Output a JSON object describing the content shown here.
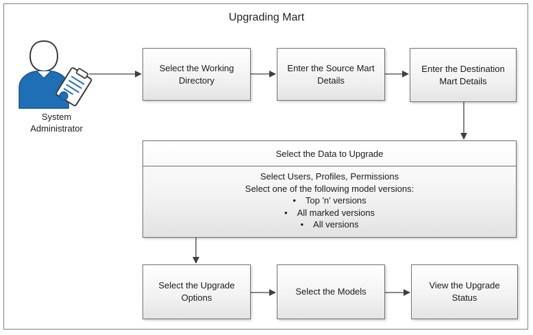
{
  "title": "Upgrading Mart",
  "actor": {
    "label_line1": "System",
    "label_line2": "Administrator"
  },
  "steps": {
    "working_dir": "Select the Working Directory",
    "source_mart": "Enter the Source Mart Details",
    "destination_mart": "Enter the Destination Mart Details",
    "upgrade_options": "Select the Upgrade Options",
    "models": "Select the Models",
    "status": "View the Upgrade Status"
  },
  "data_box": {
    "header": "Select the Data to Upgrade",
    "line1": "Select Users, Profiles, Permissions",
    "line2": "Select one of the following model versions:",
    "bullets": [
      "Top 'n' versions",
      "All marked versions",
      "All versions"
    ]
  },
  "colors": {
    "border": "#6f6f6f",
    "actor_blue": "#1f6fb6",
    "arrow": "#404040"
  }
}
